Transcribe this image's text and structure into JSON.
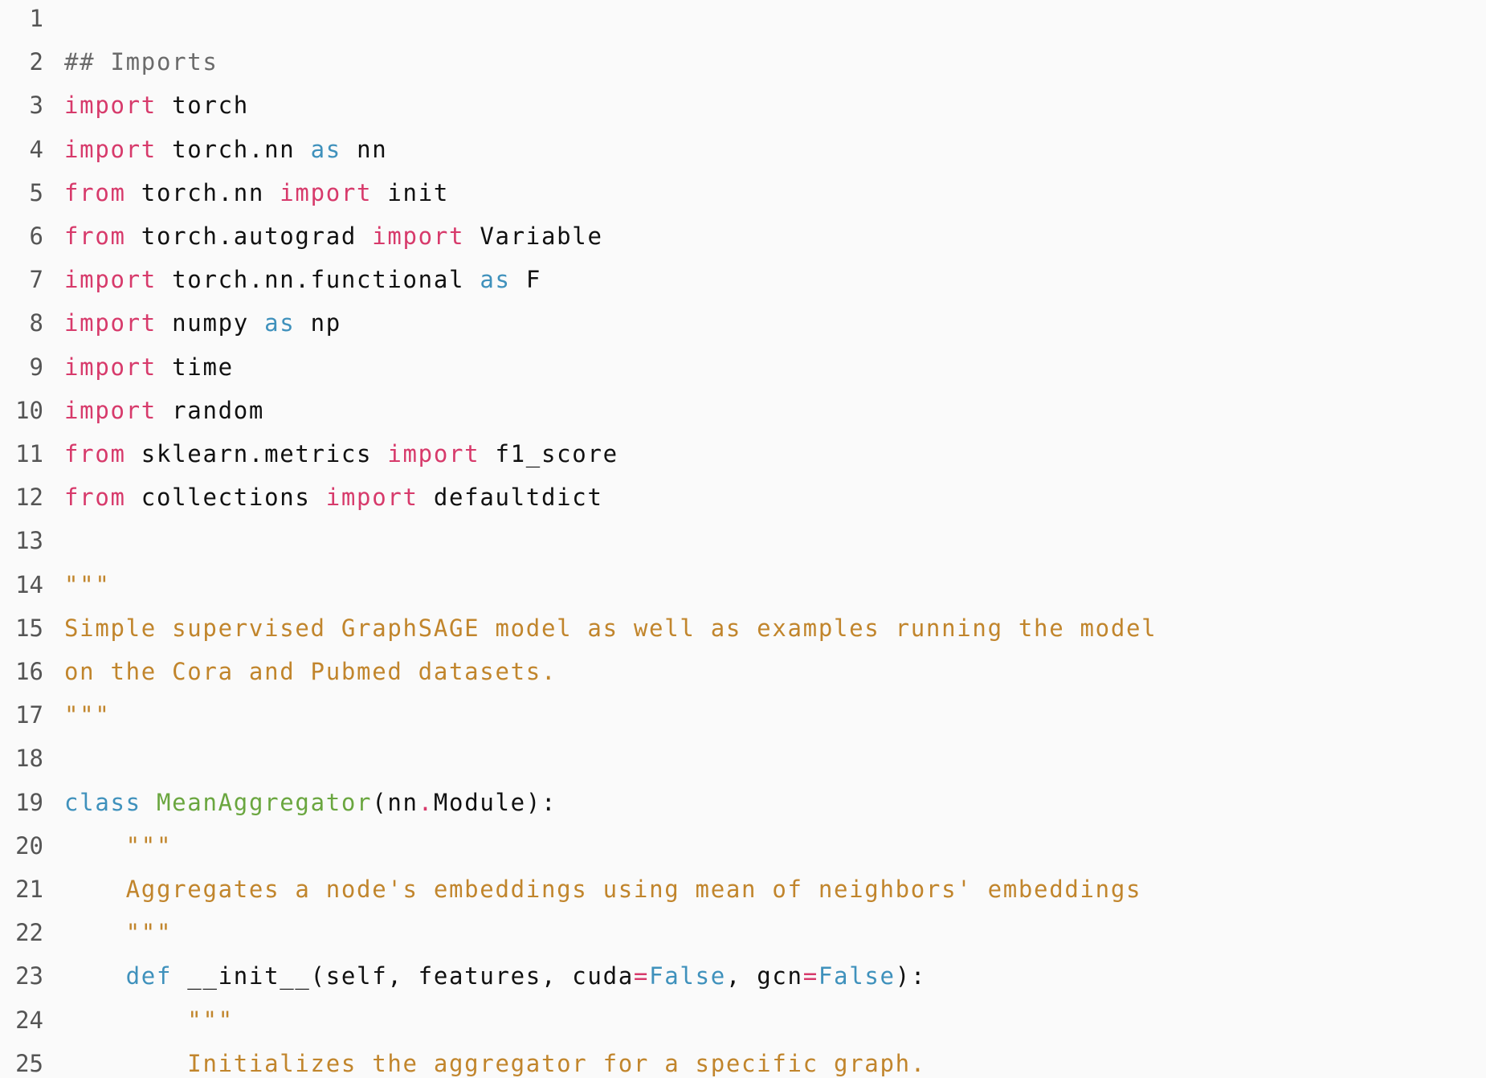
{
  "editor": {
    "language": "python",
    "colors": {
      "background": "#fafafa",
      "line_number": "#555555",
      "keyword": "#d73a6b",
      "soft_keyword": "#3f91bc",
      "comment": "#6b6b6b",
      "string": "#c1852c",
      "class_name": "#6aa63f",
      "plain": "#111111"
    },
    "lines": [
      {
        "n": "1",
        "tokens": []
      },
      {
        "n": "2",
        "tokens": [
          {
            "t": "## Imports",
            "c": "comment"
          }
        ]
      },
      {
        "n": "3",
        "tokens": [
          {
            "t": "import",
            "c": "keyword"
          },
          {
            "t": " torch",
            "c": "plain"
          }
        ]
      },
      {
        "n": "4",
        "tokens": [
          {
            "t": "import",
            "c": "keyword"
          },
          {
            "t": " torch.nn ",
            "c": "plain"
          },
          {
            "t": "as",
            "c": "soft"
          },
          {
            "t": " nn",
            "c": "plain"
          }
        ]
      },
      {
        "n": "5",
        "tokens": [
          {
            "t": "from",
            "c": "keyword"
          },
          {
            "t": " torch.nn ",
            "c": "plain"
          },
          {
            "t": "import",
            "c": "keyword"
          },
          {
            "t": " init",
            "c": "plain"
          }
        ]
      },
      {
        "n": "6",
        "tokens": [
          {
            "t": "from",
            "c": "keyword"
          },
          {
            "t": " torch.autograd ",
            "c": "plain"
          },
          {
            "t": "import",
            "c": "keyword"
          },
          {
            "t": " Variable",
            "c": "plain"
          }
        ]
      },
      {
        "n": "7",
        "tokens": [
          {
            "t": "import",
            "c": "keyword"
          },
          {
            "t": " torch.nn.functional ",
            "c": "plain"
          },
          {
            "t": "as",
            "c": "soft"
          },
          {
            "t": " F",
            "c": "plain"
          }
        ]
      },
      {
        "n": "8",
        "tokens": [
          {
            "t": "import",
            "c": "keyword"
          },
          {
            "t": " numpy ",
            "c": "plain"
          },
          {
            "t": "as",
            "c": "soft"
          },
          {
            "t": " np",
            "c": "plain"
          }
        ]
      },
      {
        "n": "9",
        "tokens": [
          {
            "t": "import",
            "c": "keyword"
          },
          {
            "t": " time",
            "c": "plain"
          }
        ]
      },
      {
        "n": "10",
        "tokens": [
          {
            "t": "import",
            "c": "keyword"
          },
          {
            "t": " random",
            "c": "plain"
          }
        ]
      },
      {
        "n": "11",
        "tokens": [
          {
            "t": "from",
            "c": "keyword"
          },
          {
            "t": " sklearn.metrics ",
            "c": "plain"
          },
          {
            "t": "import",
            "c": "keyword"
          },
          {
            "t": " f1_score",
            "c": "plain"
          }
        ]
      },
      {
        "n": "12",
        "tokens": [
          {
            "t": "from",
            "c": "keyword"
          },
          {
            "t": " collections ",
            "c": "plain"
          },
          {
            "t": "import",
            "c": "keyword"
          },
          {
            "t": " defaultdict",
            "c": "plain"
          }
        ]
      },
      {
        "n": "13",
        "tokens": []
      },
      {
        "n": "14",
        "tokens": [
          {
            "t": "\"\"\"",
            "c": "string"
          }
        ]
      },
      {
        "n": "15",
        "tokens": [
          {
            "t": "Simple supervised GraphSAGE model as well as examples running the model",
            "c": "string"
          }
        ]
      },
      {
        "n": "16",
        "tokens": [
          {
            "t": "on the Cora and Pubmed datasets.",
            "c": "string"
          }
        ]
      },
      {
        "n": "17",
        "tokens": [
          {
            "t": "\"\"\"",
            "c": "string"
          }
        ]
      },
      {
        "n": "18",
        "tokens": []
      },
      {
        "n": "19",
        "tokens": [
          {
            "t": "class",
            "c": "soft"
          },
          {
            "t": " ",
            "c": "plain"
          },
          {
            "t": "MeanAggregator",
            "c": "class"
          },
          {
            "t": "(nn",
            "c": "plain"
          },
          {
            "t": ".",
            "c": "op"
          },
          {
            "t": "Module):",
            "c": "plain"
          }
        ]
      },
      {
        "n": "20",
        "tokens": [
          {
            "t": "    ",
            "c": "plain"
          },
          {
            "t": "\"\"\"",
            "c": "string"
          }
        ]
      },
      {
        "n": "21",
        "tokens": [
          {
            "t": "    ",
            "c": "plain"
          },
          {
            "t": "Aggregates a node's embeddings using mean of neighbors' embeddings",
            "c": "string"
          }
        ]
      },
      {
        "n": "22",
        "tokens": [
          {
            "t": "    ",
            "c": "plain"
          },
          {
            "t": "\"\"\"",
            "c": "string"
          }
        ]
      },
      {
        "n": "23",
        "tokens": [
          {
            "t": "    ",
            "c": "plain"
          },
          {
            "t": "def",
            "c": "soft"
          },
          {
            "t": " __init__(self, features, cuda",
            "c": "plain"
          },
          {
            "t": "=",
            "c": "op"
          },
          {
            "t": "False",
            "c": "soft"
          },
          {
            "t": ", gcn",
            "c": "plain"
          },
          {
            "t": "=",
            "c": "op"
          },
          {
            "t": "False",
            "c": "soft"
          },
          {
            "t": "):",
            "c": "plain"
          }
        ]
      },
      {
        "n": "24",
        "tokens": [
          {
            "t": "        ",
            "c": "plain"
          },
          {
            "t": "\"\"\"",
            "c": "string"
          }
        ]
      },
      {
        "n": "25",
        "tokens": [
          {
            "t": "        ",
            "c": "plain"
          },
          {
            "t": "Initializes the aggregator for a specific graph.",
            "c": "string"
          }
        ]
      }
    ]
  }
}
